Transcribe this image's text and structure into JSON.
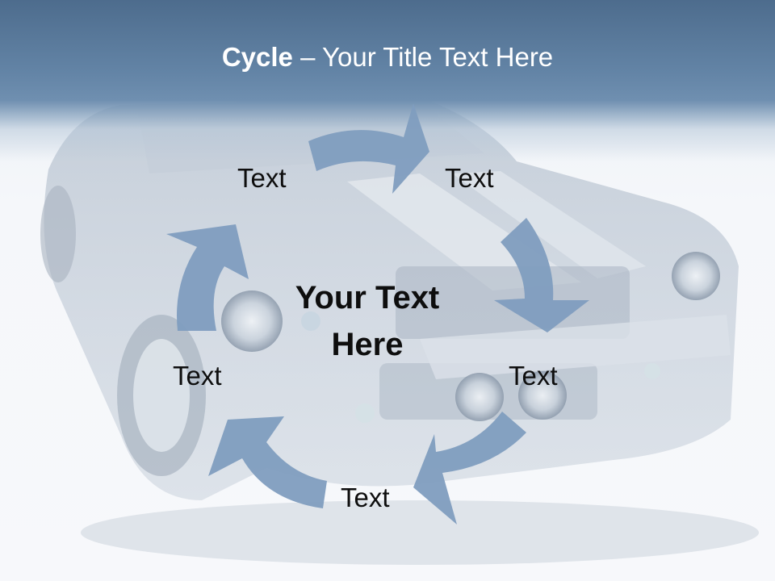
{
  "slide": {
    "title_bold": "Cycle",
    "title_rest": " – Your Title Text Here",
    "center_line1": "Your Text",
    "center_line2": "Here",
    "nodes": [
      {
        "label": "Text"
      },
      {
        "label": "Text"
      },
      {
        "label": "Text"
      },
      {
        "label": "Text"
      },
      {
        "label": "Text"
      }
    ]
  },
  "colors": {
    "header": "#5a7a9c",
    "arrow": "#7f9dbf",
    "text": "#0e0e0e",
    "title_text": "#ffffff"
  },
  "icons": {
    "background": "muscle-car-photo",
    "arrows": "curved-arrow-icon"
  }
}
